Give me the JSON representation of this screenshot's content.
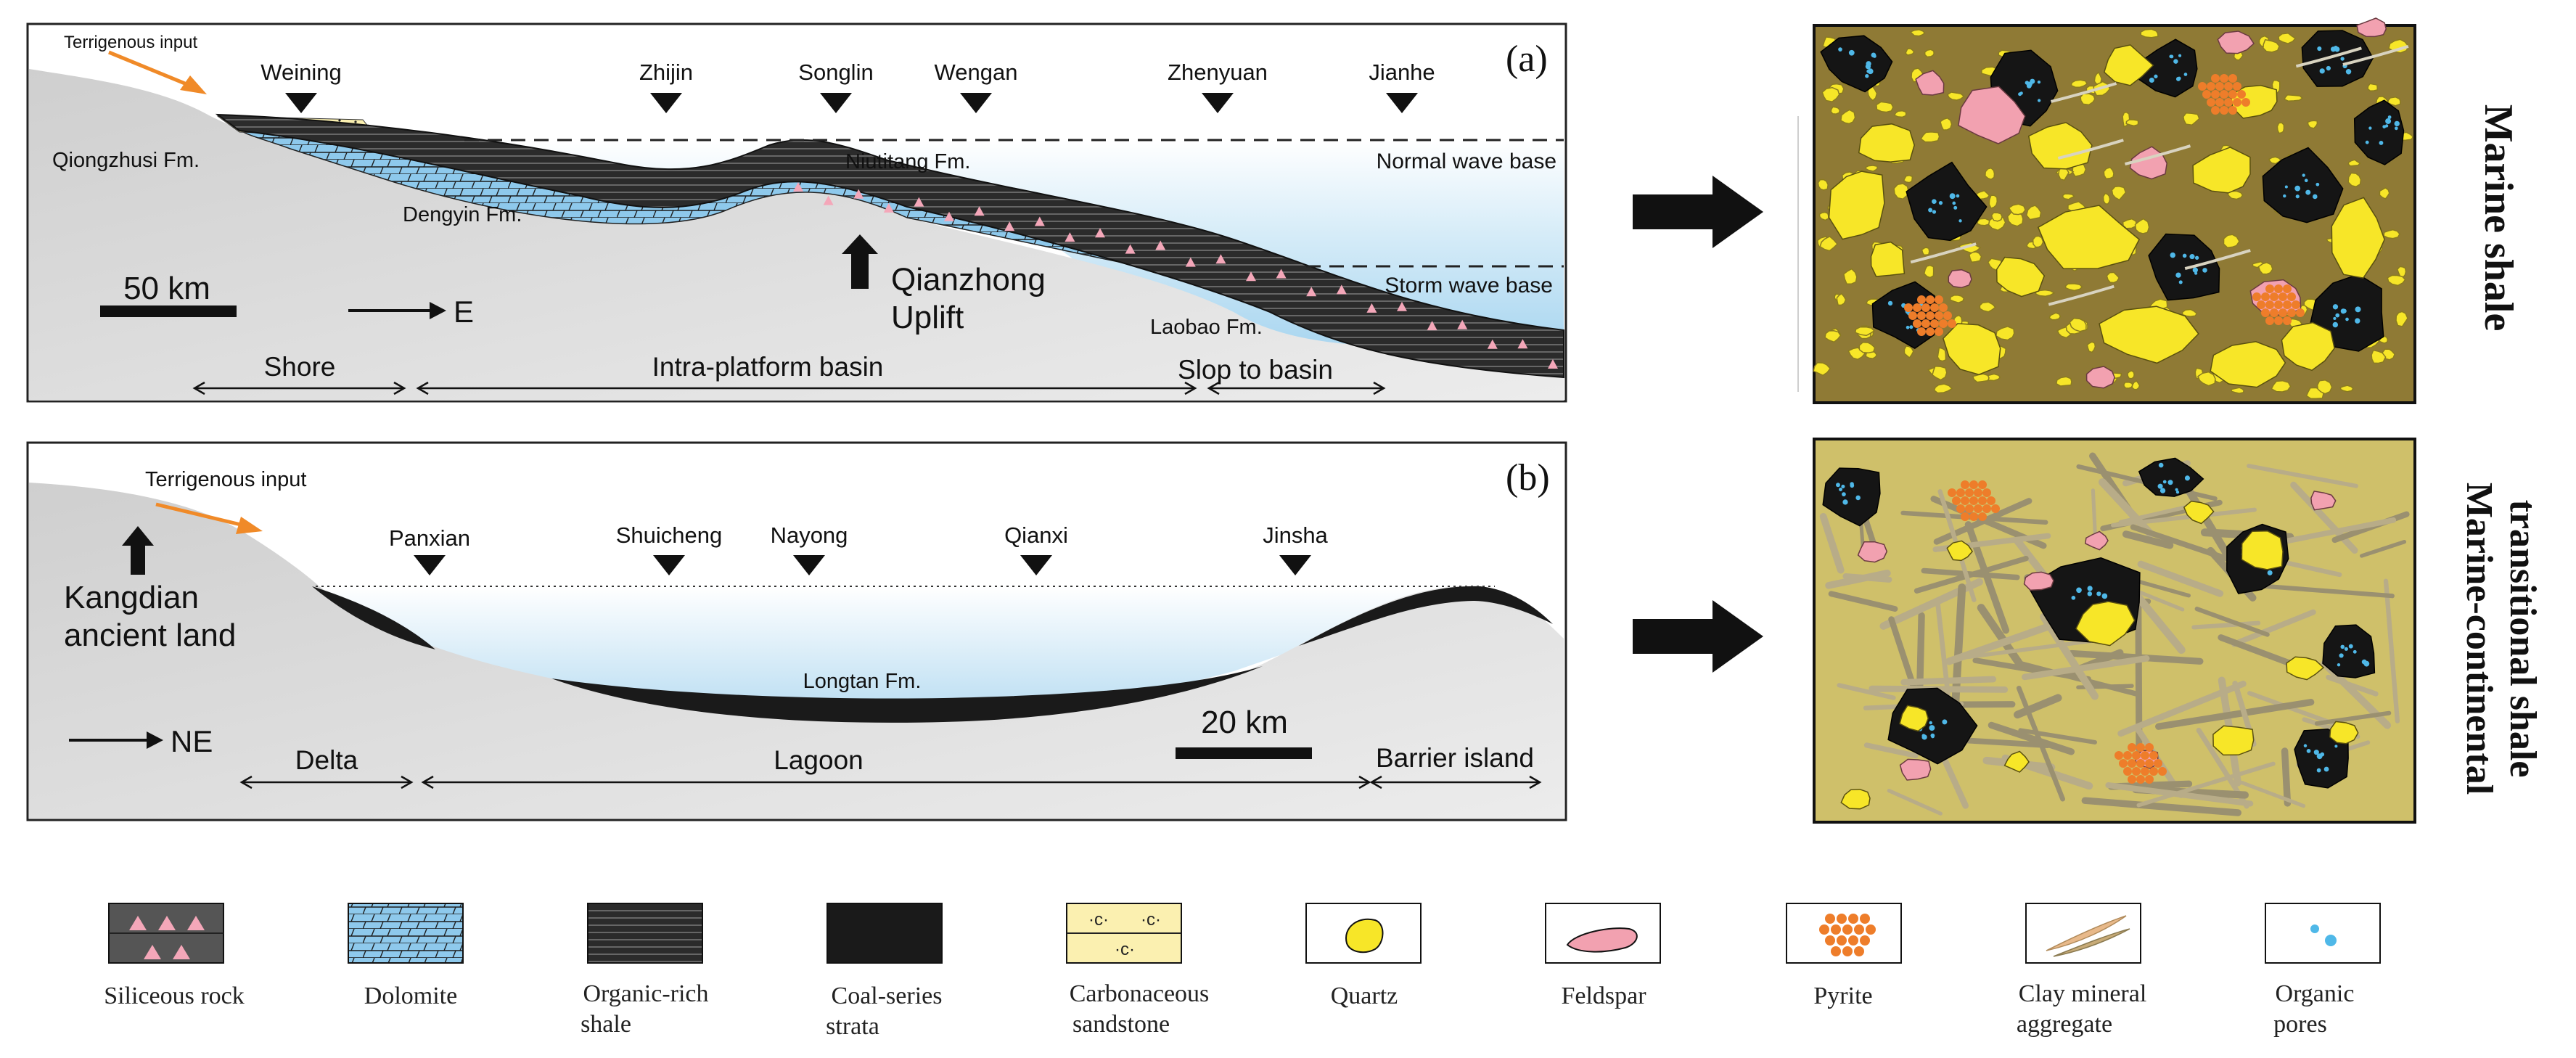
{
  "panel_a": {
    "tag": "(a)",
    "terrigenous_label": "Terrigenous input",
    "locations": [
      "Weining",
      "Zhijin",
      "Songlin",
      "Wengan",
      "Zhenyuan",
      "Jianhe"
    ],
    "formations": {
      "qiongzhusi": "Qiongzhusi Fm.",
      "niutitang": "Niutitang Fm.",
      "dengyin": "Dengyin Fm.",
      "laobao": "Laobao Fm."
    },
    "wave_bases": {
      "normal": "Normal wave base",
      "storm": "Storm wave base"
    },
    "uplift": {
      "line1": "Qianzhong",
      "line2": "Uplift"
    },
    "scale_label": "50 km",
    "direction_label": "E",
    "zones": [
      "Shore",
      "Intra-platform basin",
      "Slop to basin"
    ]
  },
  "panel_b": {
    "tag": "(b)",
    "terrigenous_label": "Terrigenous input",
    "locations": [
      "Panxian",
      "Shuicheng",
      "Nayong",
      "Qianxi",
      "Jinsha"
    ],
    "land": {
      "line1": "Kangdian",
      "line2": "ancient land"
    },
    "formation": "Longtan Fm.",
    "scale_label": "20 km",
    "direction_label": "NE",
    "zones": [
      "Delta",
      "Lagoon",
      "Barrier island"
    ]
  },
  "side_labels": {
    "marine": "Marine shale",
    "transitional_line1": "Marine-continental",
    "transitional_line2": "transitional shale"
  },
  "legend": [
    {
      "id": "siliceous-rock",
      "line1": "Siliceous rock",
      "line2": ""
    },
    {
      "id": "dolomite",
      "line1": "Dolomite",
      "line2": ""
    },
    {
      "id": "organic-rich-shale",
      "line1": "Organic-rich",
      "line2": "shale"
    },
    {
      "id": "coal-series-strata",
      "line1": "Coal-series",
      "line2": "strata"
    },
    {
      "id": "carbonaceous-sandstone",
      "line1": "Carbonaceous",
      "line2": "sandstone"
    },
    {
      "id": "quartz",
      "line1": "Quartz",
      "line2": ""
    },
    {
      "id": "feldspar",
      "line1": "Feldspar",
      "line2": ""
    },
    {
      "id": "pyrite",
      "line1": "Pyrite",
      "line2": ""
    },
    {
      "id": "clay-mineral-aggregate",
      "line1": "Clay mineral",
      "line2": "aggregate"
    },
    {
      "id": "organic-pores",
      "line1": "Organic",
      "line2": "pores"
    }
  ],
  "colors": {
    "land": "#dcdcdc",
    "water": "#cfe8f5",
    "dolomite": "#8ec9ec",
    "shale": "#2b2b2b",
    "coal": "#1a1a1a",
    "siliceous": "#f4a7b9",
    "sandstone": "#fbf0b0",
    "quartz": "#f7e628",
    "feldspar": "#f2a1b0",
    "pyrite": "#ee7d2a",
    "clay": "#c8ab78",
    "pores": "#4fb8e8",
    "orange_arrow": "#f08a28",
    "marine_matrix": "#8f7a35",
    "transitional_matrix": "#cfc06a"
  }
}
